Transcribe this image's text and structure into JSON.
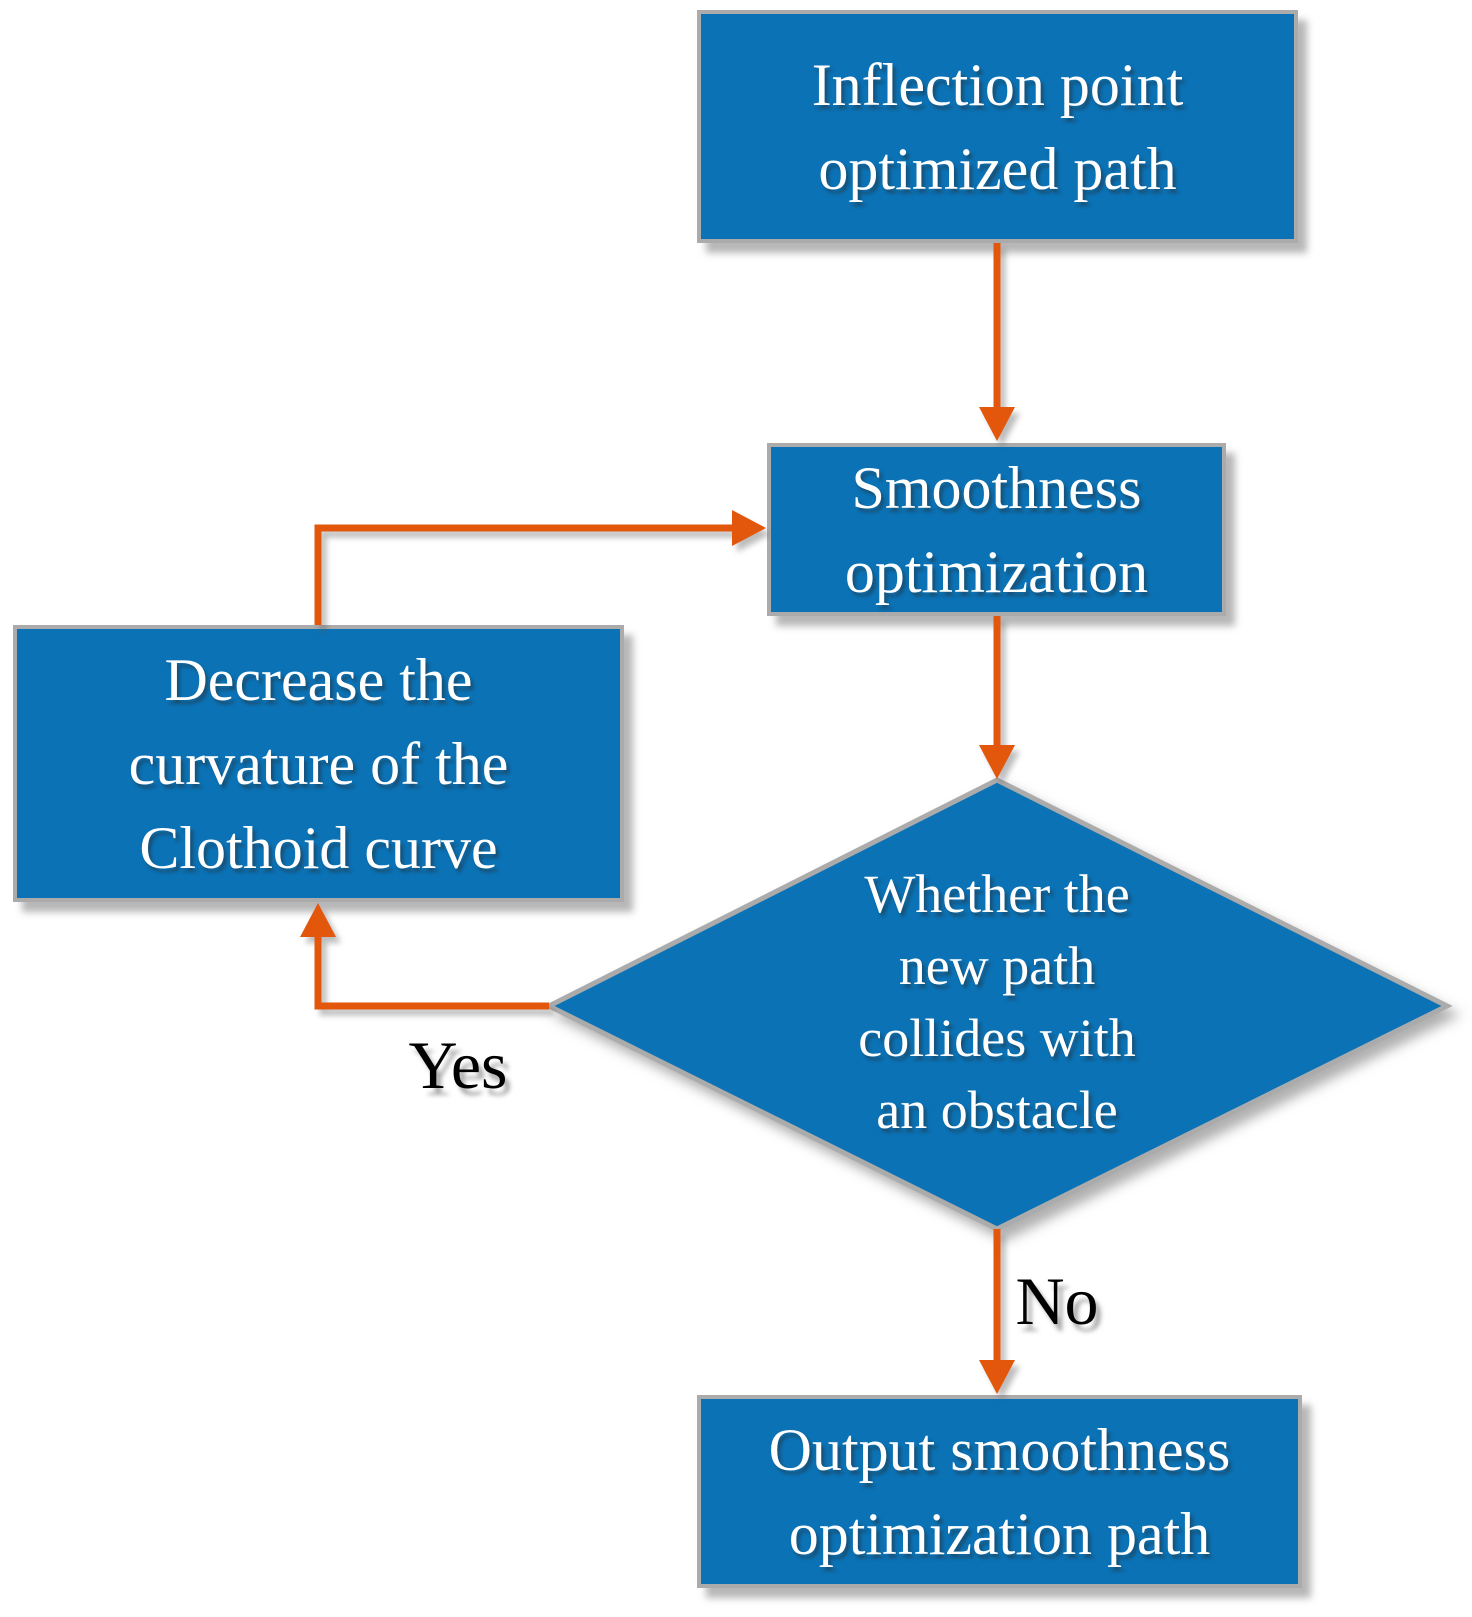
{
  "diagram": {
    "colors": {
      "background": "#ffffff",
      "node_fill": "#0b72b5",
      "node_border": "#ababab",
      "node_text": "#ffffff",
      "arrow": "#e2570c",
      "label_text": "#000000"
    },
    "nodes": {
      "start": {
        "lines": [
          "Inflection point",
          "optimized path"
        ]
      },
      "smoothness": {
        "lines": [
          "Smoothness",
          "optimization"
        ]
      },
      "decrease": {
        "lines": [
          "Decrease the",
          "curvature of the",
          "Clothoid curve"
        ]
      },
      "decision": {
        "lines": [
          "Whether the",
          "new path",
          "collides with",
          "an obstacle"
        ]
      },
      "output": {
        "lines": [
          "Output smoothness",
          "optimization path"
        ]
      }
    },
    "edge_labels": {
      "yes": "Yes",
      "no": "No"
    }
  }
}
